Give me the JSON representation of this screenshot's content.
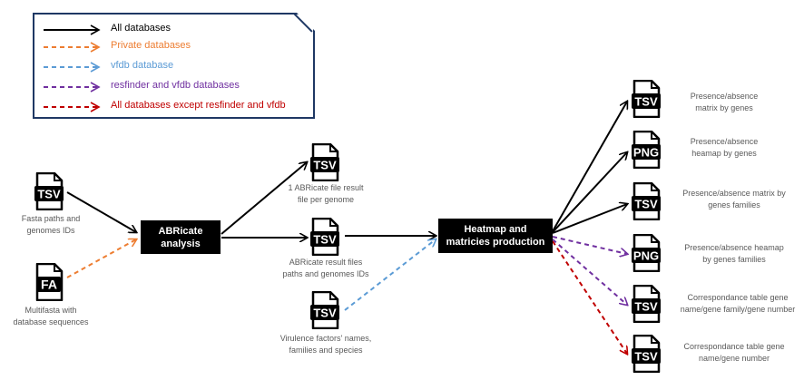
{
  "legend": {
    "items": [
      {
        "label": "All databases",
        "color": "#000000",
        "style": "solid"
      },
      {
        "label": "Private databases",
        "color": "#ed7d31",
        "style": "dashed"
      },
      {
        "label": "vfdb database",
        "color": "#5b9bd5",
        "style": "dashed"
      },
      {
        "label": "resfinder and vfdb databases",
        "color": "#7030a0",
        "style": "dashed"
      },
      {
        "label": "All databases except resfinder and vfdb",
        "color": "#c00000",
        "style": "dashed"
      }
    ]
  },
  "inputs": {
    "fasta_paths": {
      "tag": "TSV",
      "label": "Fasta paths and\ngenomes IDs"
    },
    "multifasta": {
      "tag": "FA",
      "label": "Multifasta with\ndatabase sequences"
    }
  },
  "processes": {
    "abricate": {
      "label": "ABRicate\nanalysis"
    },
    "heatmap": {
      "label": "Heatmap and\nmatricies production"
    }
  },
  "intermediate": {
    "per_genome": {
      "tag": "TSV",
      "label": "1 ABRicate file result\nfile per genome"
    },
    "result_paths": {
      "tag": "TSV",
      "label": "ABRicate result files\npaths and genomes IDs"
    },
    "virulence": {
      "tag": "TSV",
      "label": "Virulence factors' names,\nfamilies and species"
    }
  },
  "outputs": [
    {
      "tag": "TSV",
      "label": "Presence/absence\nmatrix by genes"
    },
    {
      "tag": "PNG",
      "label": "Presence/absence\nheamap by genes"
    },
    {
      "tag": "TSV",
      "label": "Presence/absence matrix by\ngenes families"
    },
    {
      "tag": "PNG",
      "label": "Presence/absence heamap\nby genes families"
    },
    {
      "tag": "TSV",
      "label": "Correspondance table gene\nname/gene family/gene number"
    },
    {
      "tag": "TSV",
      "label": "Correspondance table gene\nname/gene number"
    }
  ]
}
